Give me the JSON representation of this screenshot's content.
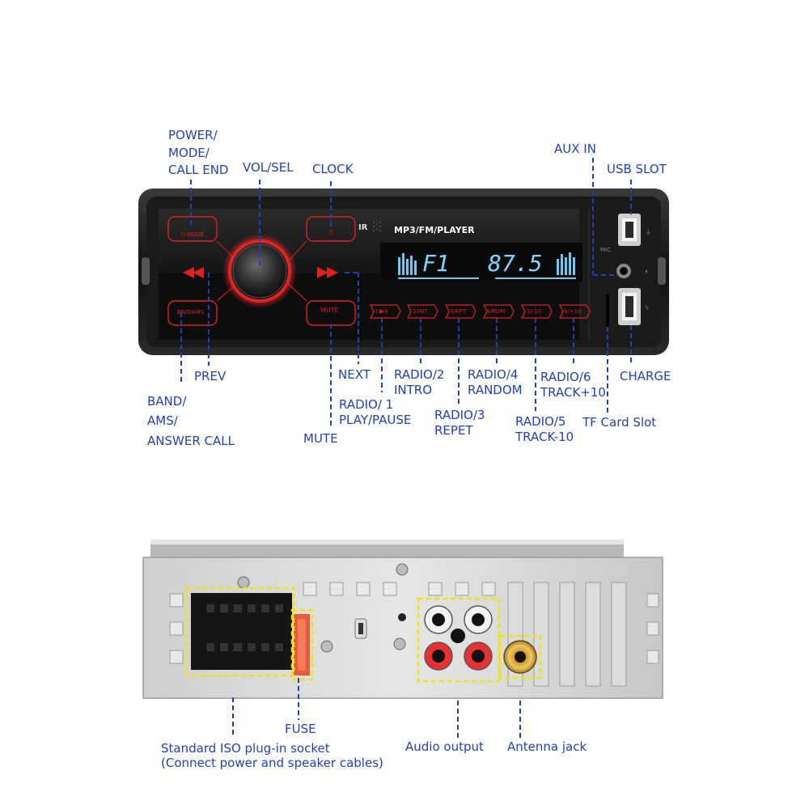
{
  "front": {
    "display": {
      "ir": "IR",
      "title": "MP3/FM/PLAYER",
      "band": "F1",
      "frequency": "87.5",
      "mic": "MIC"
    },
    "buttons": {
      "bnd": "BND/AMS",
      "mute": "MUTE",
      "presets": [
        "1/▶II",
        "2/INT",
        "3/RPT",
        "4/RDM",
        "5/-10",
        "6/+10"
      ]
    },
    "labels": {
      "power": [
        "POWER/",
        "MODE/",
        "CALL END"
      ],
      "vol": "VOL/SEL",
      "clock": "CLOCK",
      "aux": "AUX IN",
      "usb": "USB SLOT",
      "prev": "PREV",
      "next": "NEXT",
      "band": [
        "BAND/",
        "AMS/",
        "ANSWER CALL"
      ],
      "mute": "MUTE",
      "radio1": [
        "RADIO/ 1",
        "PLAY/PAUSE"
      ],
      "radio2": [
        "RADIO/2",
        "INTRO"
      ],
      "radio3": [
        "RADIO/3",
        "REPET"
      ],
      "radio4": [
        "RADIO/4",
        "RANDOM"
      ],
      "radio5": [
        "RADIO/5",
        "TRACK-10"
      ],
      "radio6": [
        "RADIO/6",
        "TRACK+10"
      ],
      "charge": "CHARGE",
      "tf": "TF Card Slot"
    }
  },
  "back": {
    "labels": {
      "fuse": "FUSE",
      "iso": [
        "Standard ISO plug-in socket",
        "(Connect power and speaker cables)"
      ],
      "audio": "Audio output",
      "antenna": "Antenna jack"
    }
  },
  "colors": {
    "label": "#1f3fbf",
    "device_red": "#e02020",
    "display_blue": "#7fd6ff",
    "highlight_yellow": "#f2e400"
  }
}
